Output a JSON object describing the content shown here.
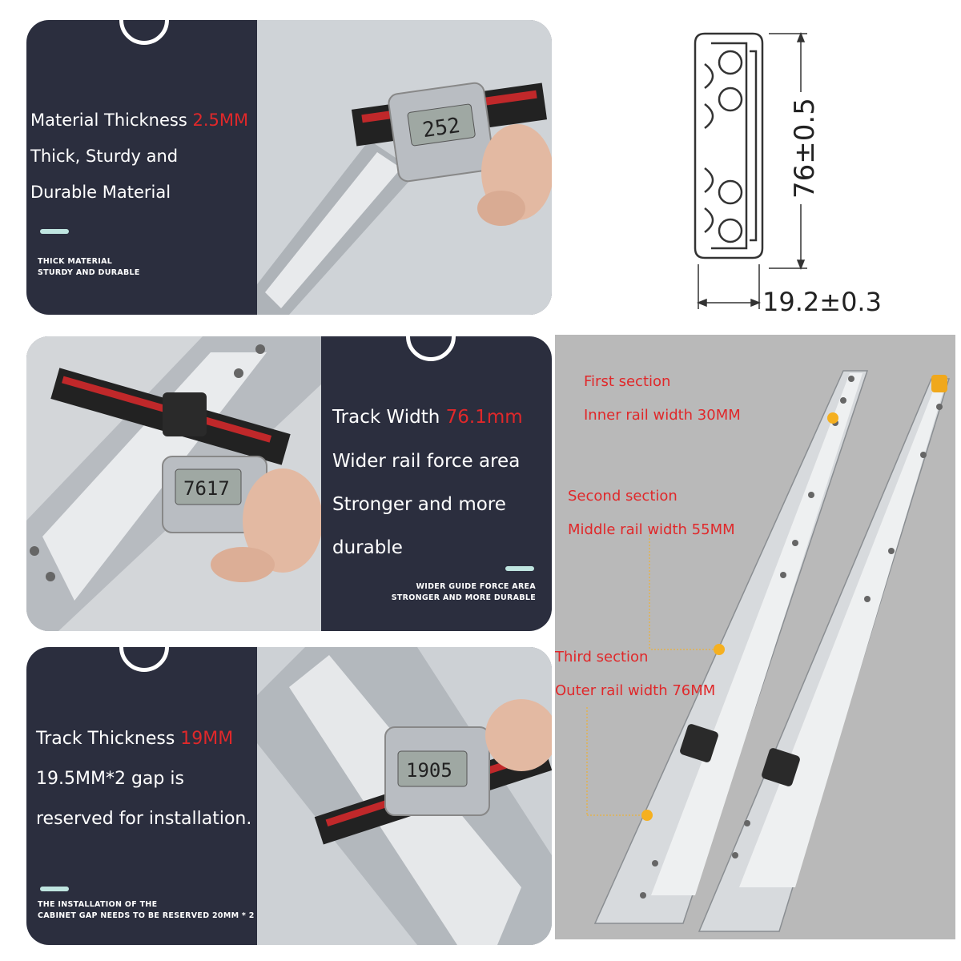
{
  "panel1": {
    "line1_prefix": "Material Thickness ",
    "line1_value": "2.5MM",
    "line2": "Thick, Sturdy and",
    "line3": "Durable Material",
    "small1": "THICK MATERIAL",
    "small2": "STURDY AND DURABLE",
    "caliper_reading": "252"
  },
  "panel2": {
    "line1_prefix": "Track Width ",
    "line1_value": "76.1mm",
    "line2": "Wider rail force area",
    "line3": "Stronger and more",
    "line4": "durable",
    "small1": "WIDER GUIDE FORCE AREA",
    "small2": "STRONGER AND MORE DURABLE",
    "caliper_reading": "7617"
  },
  "panel3": {
    "line1_prefix": "Track Thickness ",
    "line1_value": "19MM",
    "line2": "19.5MM*2 gap is",
    "line3": "reserved for installation.",
    "small1": "THE INSTALLATION OF THE",
    "small2": "CABINET GAP NEEDS TO BE RESERVED 20MM * 2",
    "caliper_reading": "1905"
  },
  "diagram": {
    "height_label": "76±0.5",
    "width_label": "19.2±0.3"
  },
  "sections": {
    "first_title": "First section",
    "first_desc": "Inner rail width 30MM",
    "second_title": "Second section",
    "second_desc": "Middle rail width 55MM",
    "third_title": "Third section",
    "third_desc": "Outer rail width 76MM"
  },
  "colors": {
    "panel_bg": "#2b2e3e",
    "accent_red": "#e0282a",
    "pill": "#bfe5e0",
    "marker": "#f5b020"
  }
}
